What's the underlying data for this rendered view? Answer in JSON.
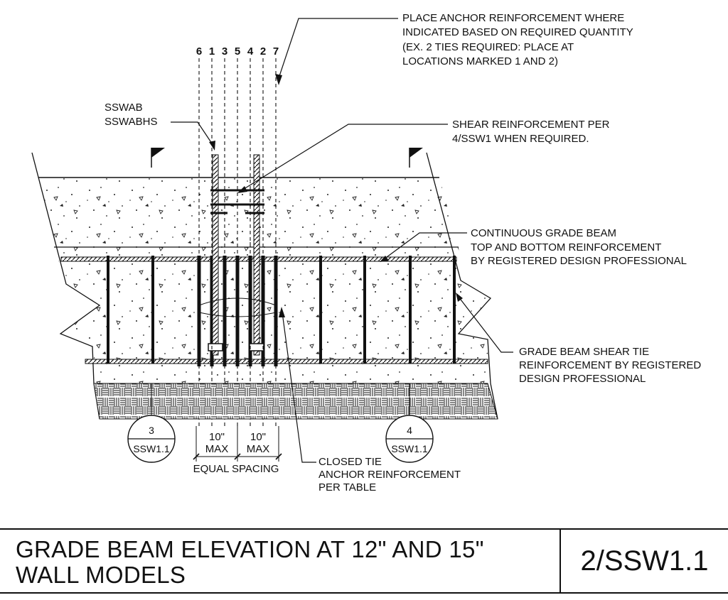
{
  "notes": {
    "anchor": [
      "PLACE ANCHOR REINFORCEMENT WHERE",
      "INDICATED BASED ON REQUIRED QUANTITY",
      "(EX. 2 TIES REQUIRED: PLACE AT",
      "LOCATIONS MARKED 1 AND 2)"
    ],
    "bolt": [
      "SSWAB",
      "SSWABHS"
    ],
    "shear": [
      "SHEAR REINFORCEMENT PER",
      "4/SSW1 WHEN REQUIRED."
    ],
    "continuous": [
      "CONTINUOUS GRADE BEAM",
      "TOP AND BOTTOM REINFORCEMENT",
      "BY REGISTERED DESIGN PROFESSIONAL"
    ],
    "grade_tie": [
      "GRADE BEAM SHEAR TIE",
      "REINFORCEMENT BY REGISTERED",
      "DESIGN PROFESSIONAL"
    ],
    "closed_tie": [
      "CLOSED TIE",
      "ANCHOR REINFORCEMENT",
      "PER TABLE"
    ]
  },
  "position_numbers": [
    "6",
    "1",
    "3",
    "5",
    "4",
    "2",
    "7"
  ],
  "dimensions": {
    "left": [
      "10\"",
      "MAX"
    ],
    "right": [
      "10\"",
      "MAX"
    ],
    "equal_spacing": "EQUAL SPACING"
  },
  "section_refs": [
    {
      "number": "3",
      "sheet": "SSW1.1"
    },
    {
      "number": "4",
      "sheet": "SSW1.1"
    }
  ],
  "title_block": {
    "title_line1": "GRADE BEAM ELEVATION AT 12\" AND 15\"",
    "title_line2": "WALL MODELS",
    "sheet_ref": "2/SSW1.1"
  }
}
